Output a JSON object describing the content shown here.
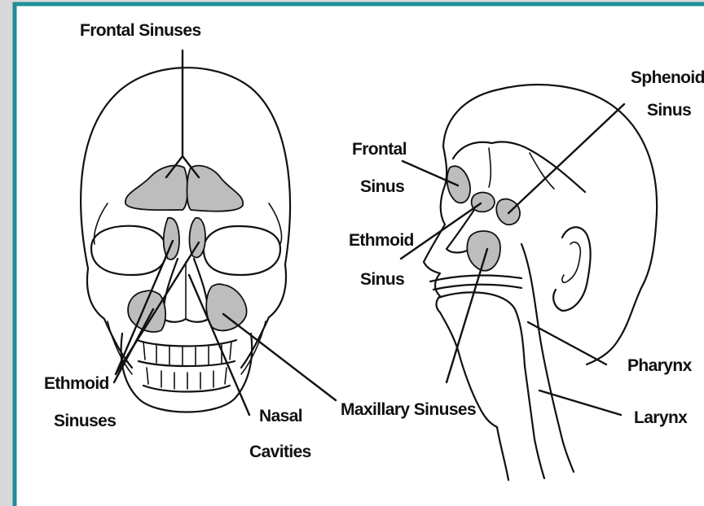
{
  "labels": {
    "frontal_sinuses": "Frontal Sinuses",
    "sphenoid_line1": "Sphenoid",
    "sphenoid_line2": "Sinus",
    "frontal_sinus_line1": "Frontal",
    "frontal_sinus_line2": "Sinus",
    "ethmoid_sinus_line1": "Ethmoid",
    "ethmoid_sinus_line2": "Sinus",
    "ethmoid_sinuses_line1": "Ethmoid",
    "ethmoid_sinuses_line2": "Sinuses",
    "nasal_cavities_line1": "Nasal",
    "nasal_cavities_line2": "Cavities",
    "maxillary_sinuses": "Maxillary Sinuses",
    "pharynx": "Pharynx",
    "larynx": "Larynx"
  },
  "colors": {
    "frame_border": "#1f8e9a",
    "sinus_fill": "#bdbdbd",
    "line": "#111111"
  }
}
